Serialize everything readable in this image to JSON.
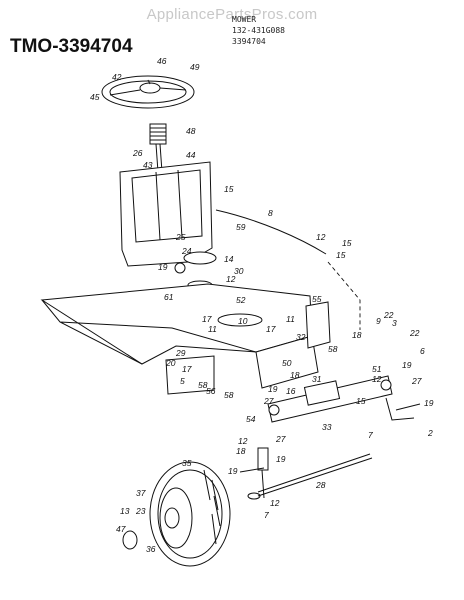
{
  "watermark": "AppliancePartsPros.com",
  "model_title": "TMO-3394704",
  "header_lines": [
    "MOWER",
    "132-431G088",
    "3394704"
  ],
  "callouts": {
    "c42": "42",
    "c46": "46",
    "c49": "49",
    "c45": "45",
    "c48": "48",
    "c26": "26",
    "c43": "43",
    "c44": "44",
    "c15a": "15",
    "c8": "8",
    "c59": "59",
    "c25": "25",
    "c24": "24",
    "c14": "14",
    "c19a": "19",
    "c12a": "12",
    "c30": "30",
    "c12b": "12",
    "c15b": "15",
    "c61": "61",
    "c52": "52",
    "c55": "55",
    "c17a": "17",
    "c10": "10",
    "c17b": "17",
    "c11a": "11",
    "c11b": "11",
    "c22a": "22",
    "c9": "9",
    "c3": "3",
    "c18a": "18",
    "c22b": "22",
    "c6": "6",
    "c58a": "58",
    "c32": "32",
    "c29": "29",
    "c20": "20",
    "c17c": "17",
    "c50": "50",
    "c18b": "18",
    "c31": "31",
    "c19b": "19",
    "c12c": "12",
    "c51": "51",
    "c27a": "27",
    "c5": "5",
    "c58b": "58",
    "c56": "56",
    "c58c": "58",
    "c19c": "19",
    "c16": "16",
    "c27b": "27",
    "c54": "54",
    "c33": "33",
    "c15c": "15",
    "c19d": "19",
    "c7a": "7",
    "c2": "2",
    "c12d": "12",
    "c18c": "18",
    "c27c": "27",
    "c35": "35",
    "c19e": "19",
    "c19f": "19",
    "c28": "28",
    "c37": "37",
    "c13": "13",
    "c23": "23",
    "c47": "47",
    "c36": "36",
    "c12e": "12",
    "c7b": "7",
    "c15d": "15"
  }
}
